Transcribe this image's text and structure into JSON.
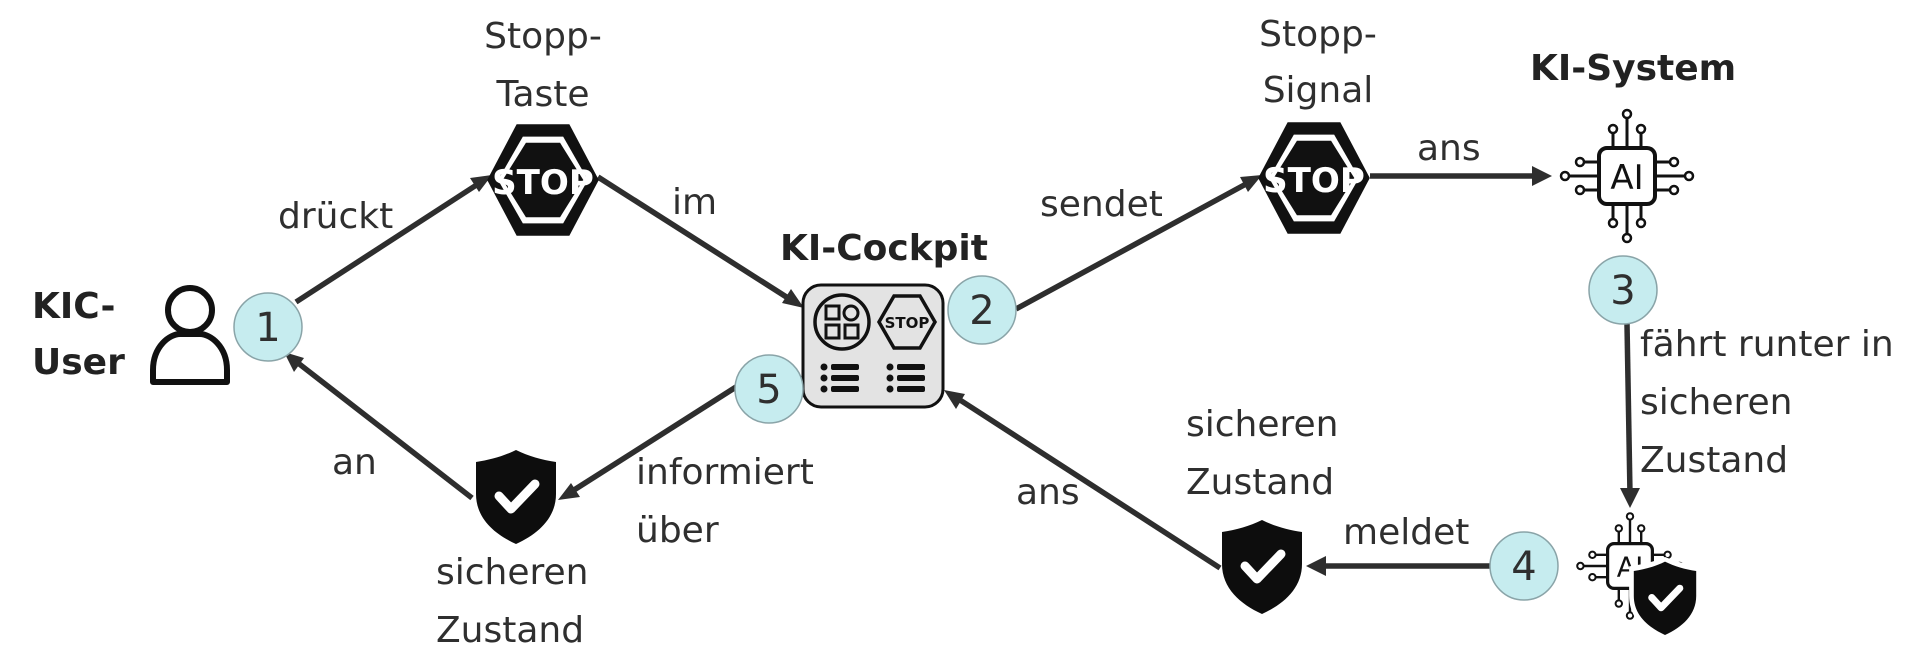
{
  "colors": {
    "step_circle": "#c6ecef",
    "arrow": "#2e2e2e",
    "icon": "#111111",
    "cockpit_bg": "#e3e3e3"
  },
  "actors": {
    "user": [
      "KIC-",
      "User"
    ],
    "cockpit": "KI-Cockpit",
    "system": "KI-System"
  },
  "nodes": {
    "stop_button": [
      "Stopp-",
      "Taste"
    ],
    "stop_signal": [
      "Stopp-",
      "Signal"
    ],
    "safe_state_left": [
      "sicheren",
      "Zustand"
    ],
    "safe_state_right": [
      "sicheren",
      "Zustand"
    ]
  },
  "icons": {
    "stop_sign_text": "STOP",
    "ai_chip_text": "AI",
    "cockpit_stop_text": "STOP"
  },
  "edges": {
    "presses": "drückt",
    "in": "im",
    "sends": "sendet",
    "to_system": "ans",
    "shuts_down": [
      "fährt runter in",
      "sicheren",
      "Zustand"
    ],
    "reports": "meldet",
    "to_cockpit": "ans",
    "informs": [
      "informiert",
      "über"
    ],
    "to_user": "an"
  },
  "steps": [
    "1",
    "2",
    "3",
    "4",
    "5"
  ]
}
